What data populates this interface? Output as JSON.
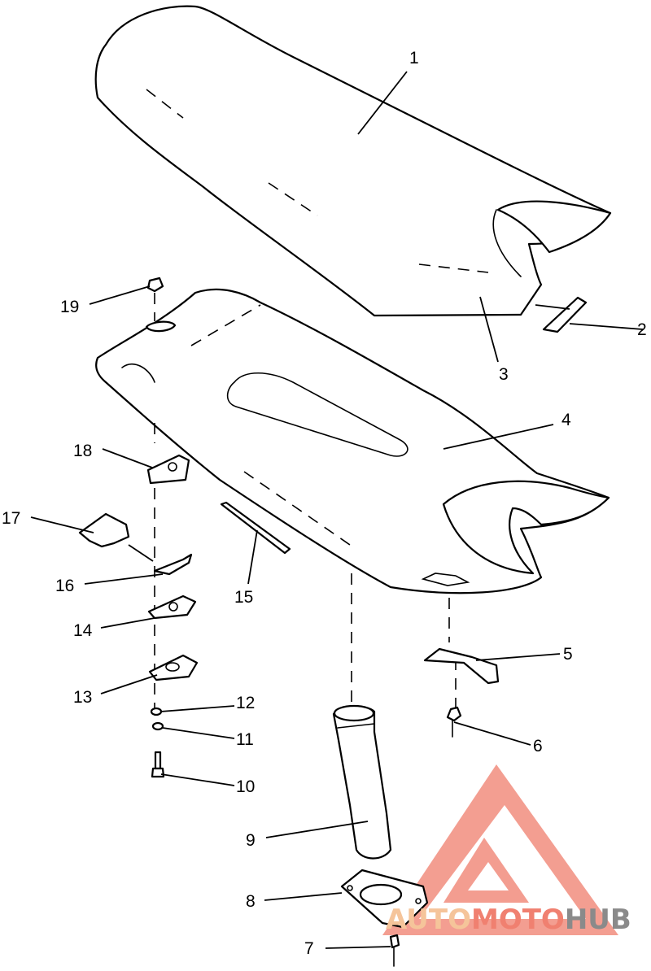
{
  "callouts": {
    "c1": "1",
    "c2": "2",
    "c3": "3",
    "c4": "4",
    "c5": "5",
    "c6": "6",
    "c7": "7",
    "c8": "8",
    "c9": "9",
    "c10": "10",
    "c11": "11",
    "c12": "12",
    "c13": "13",
    "c14": "14",
    "c15": "15",
    "c16": "16",
    "c17": "17",
    "c18": "18",
    "c19": "19"
  },
  "watermark": {
    "part1": "AUTO",
    "part2": "MOTO",
    "part3": "HUB",
    "colors": {
      "logo": "#f08070",
      "accent": "#f5c49a",
      "dark": "#8a8a8a"
    }
  },
  "colors": {
    "line": "#000000",
    "background": "#ffffff"
  }
}
